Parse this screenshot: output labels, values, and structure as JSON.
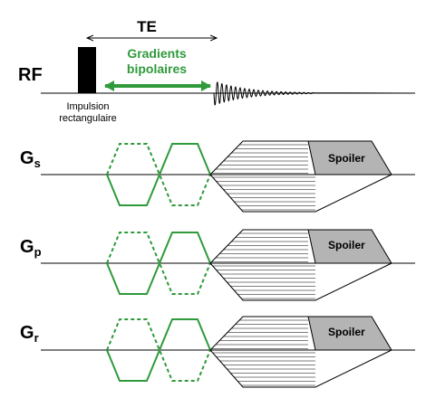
{
  "te_label": "TE",
  "gradient_label_line1": "Gradients",
  "gradient_label_line2": "bipolaires",
  "pulse_label_line1": "Impulsion",
  "pulse_label_line2": "rectangulaire",
  "rows": [
    {
      "id": "rf",
      "label": "RF",
      "subscript": ""
    },
    {
      "id": "gs",
      "label": "G",
      "subscript": "s"
    },
    {
      "id": "gp",
      "label": "G",
      "subscript": "p"
    },
    {
      "id": "gr",
      "label": "G",
      "subscript": "r"
    }
  ],
  "spoiler_label": "Spoiler",
  "colors": {
    "green": "#2e9a3b",
    "spoiler_fill": "#b4b4b4",
    "line": "#000000",
    "pulse": "#000000"
  }
}
